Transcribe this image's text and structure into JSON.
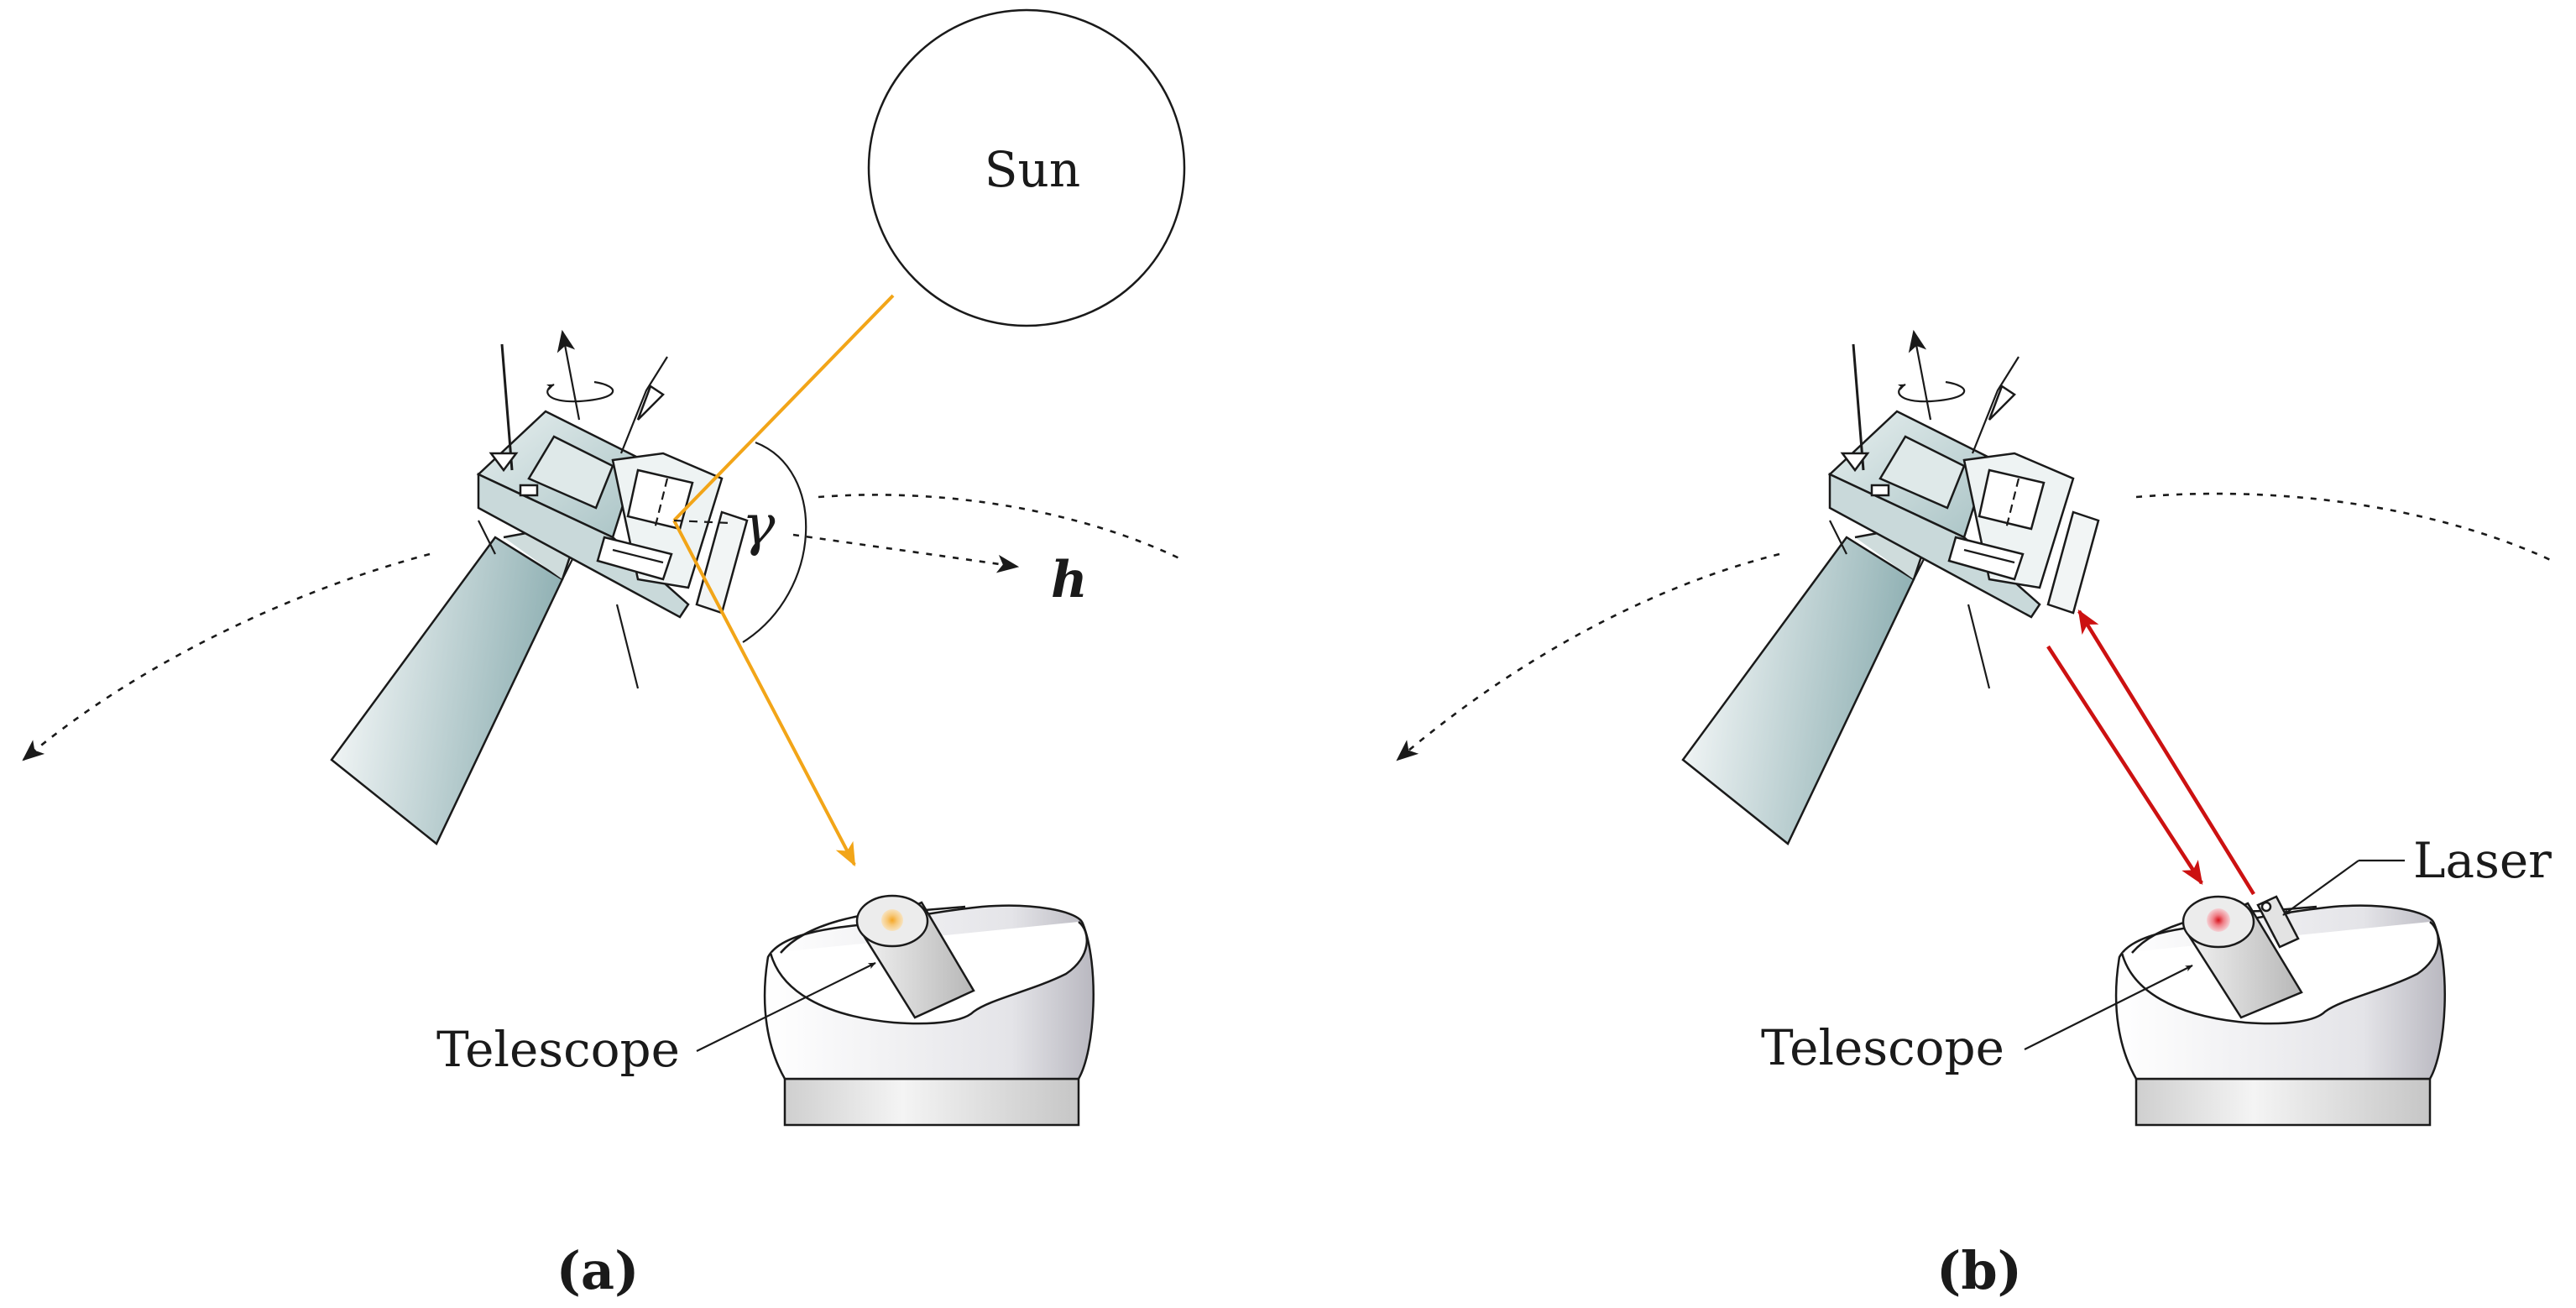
{
  "panels": [
    {
      "caption": "(a)",
      "labels": {
        "sun": "Sun",
        "angle": "γ",
        "direction": "h",
        "telescope": "Telescope"
      },
      "beam_color": "#f2a518"
    },
    {
      "caption": "(b)",
      "labels": {
        "telescope": "Telescope",
        "laser": "Laser"
      },
      "beam_color": "#cc1111"
    }
  ]
}
